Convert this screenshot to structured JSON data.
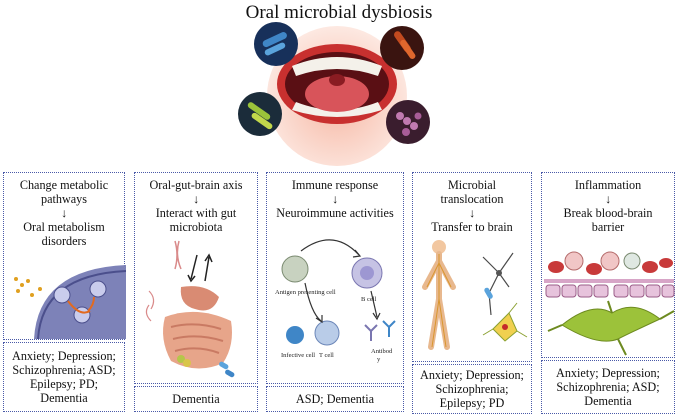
{
  "title": "Oral microbial dysbiosis",
  "arrow": "↓",
  "panels": [
    {
      "lines_top": [
        "Change metabolic",
        "pathways"
      ],
      "lines_bottom": [
        "Oral metabolism",
        "disorders"
      ],
      "diseases": [
        "Anxiety; Depression;",
        "Schizophrenia; ASD;",
        "Epilepsy; PD;",
        "Dementia"
      ]
    },
    {
      "lines_top": [
        "Oral-gut-brain axis"
      ],
      "lines_bottom": [
        "Interact with gut",
        "microbiota"
      ],
      "diseases": [
        "Dementia"
      ]
    },
    {
      "lines_top": [
        "Immune response"
      ],
      "lines_bottom": [
        "Neuroimmune activities"
      ],
      "diseases": [
        "ASD; Dementia"
      ],
      "labels": {
        "apc": "Antigen presenting cell",
        "bcell": "B cell",
        "tcell": "T cell",
        "infective": "Infective cell",
        "antibody_1": "Antibod",
        "antibody_2": "y"
      }
    },
    {
      "lines_top": [
        "Microbial",
        "translocation"
      ],
      "lines_bottom": [
        "Transfer to brain"
      ],
      "diseases": [
        "Anxiety; Depression;",
        "Schizophrenia;",
        "Epilepsy; PD"
      ]
    },
    {
      "lines_top": [
        "Inflammation"
      ],
      "lines_bottom": [
        "Break blood-brain",
        "barrier"
      ],
      "diseases": [
        "Anxiety; Depression;",
        "Schizophrenia; ASD;",
        "Dementia"
      ]
    }
  ]
}
